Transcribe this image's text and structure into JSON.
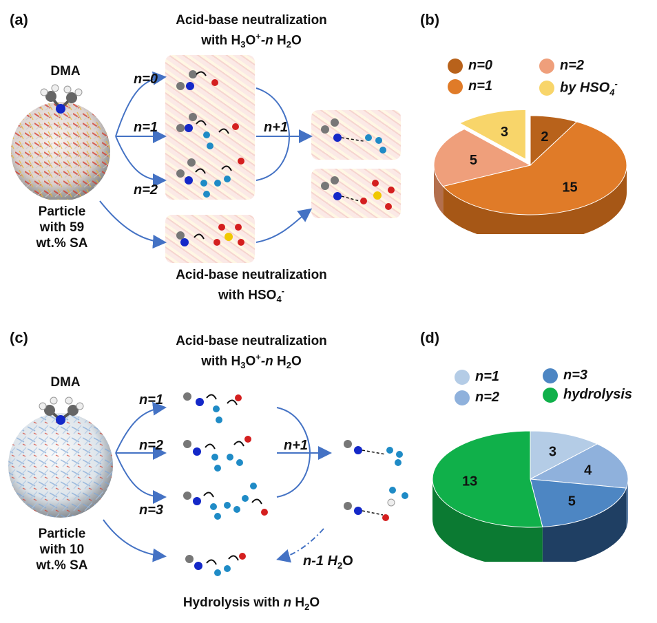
{
  "panel_a": {
    "label": "(a)",
    "title_line1": "Acid-base neutralization",
    "title_line2_prefix": "with H",
    "title_line2_sub": "3",
    "title_line2_mid": "O",
    "title_line2_sup": "+",
    "title_line2_n": "-n",
    "title_line2_suffix": " H",
    "title_line2_sub2": "2",
    "title_line2_end": "O",
    "dma_label": "DMA",
    "particle_line1": "Particle",
    "particle_line2": "with 59",
    "particle_line3": "wt.% SA",
    "n_labels": [
      "n=0",
      "n=1",
      "n=2"
    ],
    "n_plus_1": "n+1",
    "bottom_title_line1": "Acid-base neutralization",
    "bottom_title_line2_prefix": "with HSO",
    "bottom_title_line2_sub": "4",
    "bottom_title_line2_sup": "-"
  },
  "panel_c": {
    "label": "(c)",
    "title_line1": "Acid-base neutralization",
    "dma_label": "DMA",
    "particle_line1": "Particle",
    "particle_line2": "with 10",
    "particle_line3": "wt.% SA",
    "n_labels": [
      "n=1",
      "n=2",
      "n=3"
    ],
    "n_plus_1": "n+1",
    "minus_water": "n-1 H",
    "minus_water_sub": "2",
    "minus_water_end": "O",
    "bottom_title_prefix": "Hydrolysis with ",
    "bottom_title_n": "n",
    "bottom_title_suffix": " H",
    "bottom_title_sub": "2",
    "bottom_title_end": "O"
  },
  "chart_data": [
    {
      "panel": "(b)",
      "type": "pie",
      "categories": [
        "n=0",
        "n=1",
        "n=2",
        "by HSO4-"
      ],
      "values": [
        2,
        15,
        5,
        3
      ],
      "colors": [
        "#b8621b",
        "#e07b28",
        "#ef9f7b",
        "#f8d56a"
      ],
      "side_colors": [
        "#8a4513",
        "#a65716",
        "#b36f4d",
        "#b89a3c"
      ],
      "exploded": [
        false,
        false,
        false,
        true
      ],
      "legend_placement": "top"
    },
    {
      "panel": "(d)",
      "type": "pie",
      "categories": [
        "n=1",
        "n=2",
        "n=3",
        "hydrolysis"
      ],
      "values": [
        3,
        4,
        5,
        13
      ],
      "colors": [
        "#b4cce6",
        "#8fb1dc",
        "#4d86c3",
        "#10b04a"
      ],
      "side_colors": [
        "#7e93aa",
        "#5e7fa6",
        "#1f3f63",
        "#0b7a32"
      ],
      "exploded": [
        false,
        false,
        false,
        false
      ],
      "legend_placement": "top"
    }
  ]
}
